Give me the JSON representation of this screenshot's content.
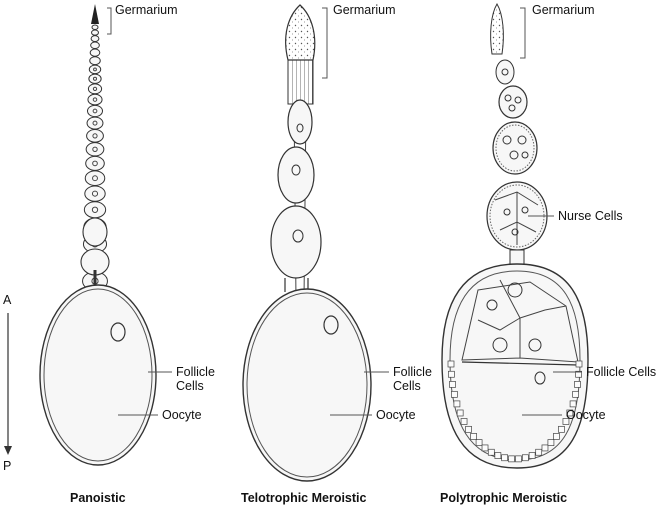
{
  "axis": {
    "anterior": "A",
    "posterior": "P"
  },
  "panels": [
    {
      "title": "Panoistic",
      "labels": {
        "germarium": "Germarium",
        "follicle": "Follicle\nCells",
        "oocyte": "Oocyte"
      }
    },
    {
      "title": "Telotrophic Meroistic",
      "labels": {
        "germarium": "Germarium",
        "follicle": "Follicle\nCells",
        "oocyte": "Oocyte"
      }
    },
    {
      "title": "Polytrophic Meroistic",
      "labels": {
        "germarium": "Germarium",
        "nurse": "Nurse Cells",
        "follicle": "Follicle Cells",
        "oocyte": "Oocyte"
      }
    }
  ],
  "colors": {
    "line": "#333333",
    "fill": "#f4f4f4"
  }
}
